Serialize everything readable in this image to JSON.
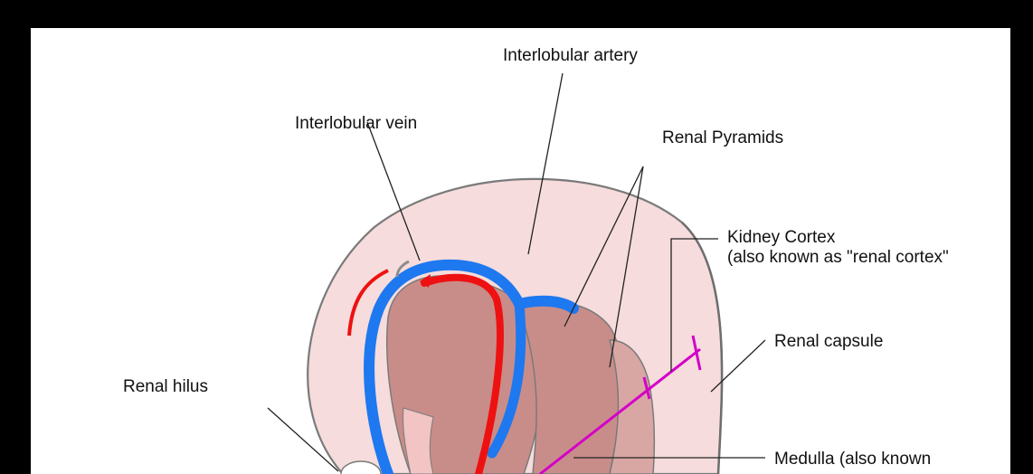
{
  "labels": {
    "interlobular_artery": "Interlobular artery",
    "interlobular_vein": "Interlobular vein",
    "renal_pyramids": "Renal Pyramids",
    "kidney_cortex_line1": "Kidney Cortex",
    "kidney_cortex_line2": "(also known as \"renal cortex\"",
    "renal_capsule": "Renal capsule",
    "renal_hilus": "Renal hilus",
    "medulla_line1": "Medulla (also known"
  },
  "colors": {
    "frame": "#000000",
    "background": "#ffffff",
    "cortex": "#f6dcdc",
    "pyramid": "#c98d89",
    "pyramid_light": "#d9a7a3",
    "vein": "#1e78f0",
    "artery": "#ee1111",
    "bracket": "#d400c8",
    "outline": "#7a7a7a"
  }
}
